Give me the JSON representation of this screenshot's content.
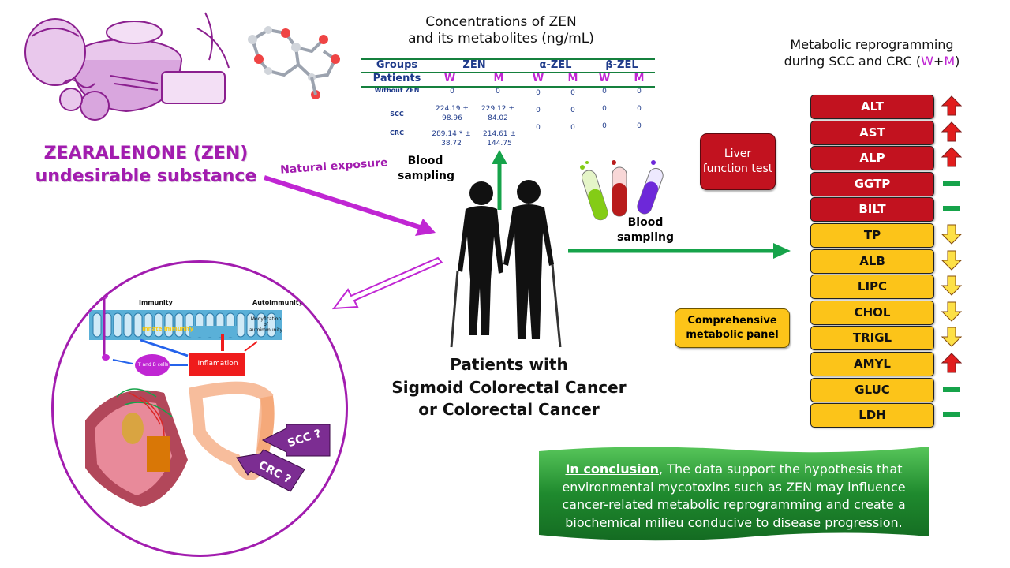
{
  "left": {
    "title_line1": "ZEARALENONE (ZEN)",
    "title_line2": "undesirable substance",
    "natural_exposure": "Natural exposure"
  },
  "concentrations": {
    "title_line1": "Concentrations of ZEN",
    "title_line2": "and its metabolites (ng/mL)",
    "header_groups": "Groups",
    "header_zen": "ZEN",
    "header_azel": "α-ZEL",
    "header_bzel": "β-ZEL",
    "header_patients": "Patients",
    "w": "W",
    "m": "M",
    "rows": [
      {
        "group": "Without ZEN",
        "zen_w": "0",
        "zen_m": "0",
        "azel_w": "0",
        "azel_m": "0",
        "bzel_w": "0",
        "bzel_m": "0"
      },
      {
        "group": "SCC",
        "zen_w": "224.19 ± 98.96",
        "zen_m": "229.12 ± 84.02",
        "azel_w": "0",
        "azel_m": "0",
        "bzel_w": "0",
        "bzel_m": "0"
      },
      {
        "group": "CRC",
        "zen_w": "289.14 * ± 38.72",
        "zen_m": "214.61 ± 144.75",
        "azel_w": "0",
        "azel_m": "0",
        "bzel_w": "0",
        "bzel_m": "0"
      }
    ]
  },
  "blood_sampling_1": "Blood sampling",
  "blood_sampling_2": "Blood sampling",
  "patients": {
    "line1": "Patients with",
    "line2": "Sigmoid Colorectal Cancer",
    "line3": "or Colorectal Cancer"
  },
  "metabolic": {
    "title_line1": "Metabolic reprogramming",
    "title_prefix": "during SCC and CRC (",
    "title_w": "W",
    "title_plus": "+",
    "title_m": "M",
    "title_suffix": ")",
    "liver_function_test": "Liver function test",
    "comprehensive_panel": "Comprehensive metabolic panel",
    "parameters": [
      {
        "name": "ALT",
        "group": "liver",
        "trend": "up"
      },
      {
        "name": "AST",
        "group": "liver",
        "trend": "up"
      },
      {
        "name": "ALP",
        "group": "liver",
        "trend": "up"
      },
      {
        "name": "GGTP",
        "group": "liver",
        "trend": "unchanged"
      },
      {
        "name": "BILT",
        "group": "liver",
        "trend": "unchanged"
      },
      {
        "name": "TP",
        "group": "cmp",
        "trend": "down"
      },
      {
        "name": "ALB",
        "group": "cmp",
        "trend": "down"
      },
      {
        "name": "LIPC",
        "group": "cmp",
        "trend": "down"
      },
      {
        "name": "CHOL",
        "group": "cmp",
        "trend": "down"
      },
      {
        "name": "TRIGL",
        "group": "cmp",
        "trend": "down"
      },
      {
        "name": "AMYL",
        "group": "cmp",
        "trend": "up"
      },
      {
        "name": "GLUC",
        "group": "cmp",
        "trend": "unchanged"
      },
      {
        "name": "LDH",
        "group": "cmp",
        "trend": "unchanged"
      }
    ]
  },
  "immunity": {
    "immunity": "Immunity",
    "autoimmunity": "Autoimmunity",
    "innate_immunity": "Innate immunity",
    "modification": "Modyfication of autoimmunity",
    "tb_cells": "T and B cells",
    "inflammation": "Inflamation",
    "scc_q": "SCC ?",
    "crc_q": "CRC ?"
  },
  "conclusion": {
    "heading": "In conclusion",
    "text": ", The data support the hypothesis that environmental mycotoxins such as ZEN may influence cancer-related metabolic reprogramming and create a biochemical milieu conducive to disease progression."
  },
  "colors": {
    "magenta": "#a21caf",
    "red_box": "#c2121f",
    "yellow_box": "#fcc419",
    "green_arrow": "#16a34a",
    "conclusion_green": "#1f8a2e"
  }
}
